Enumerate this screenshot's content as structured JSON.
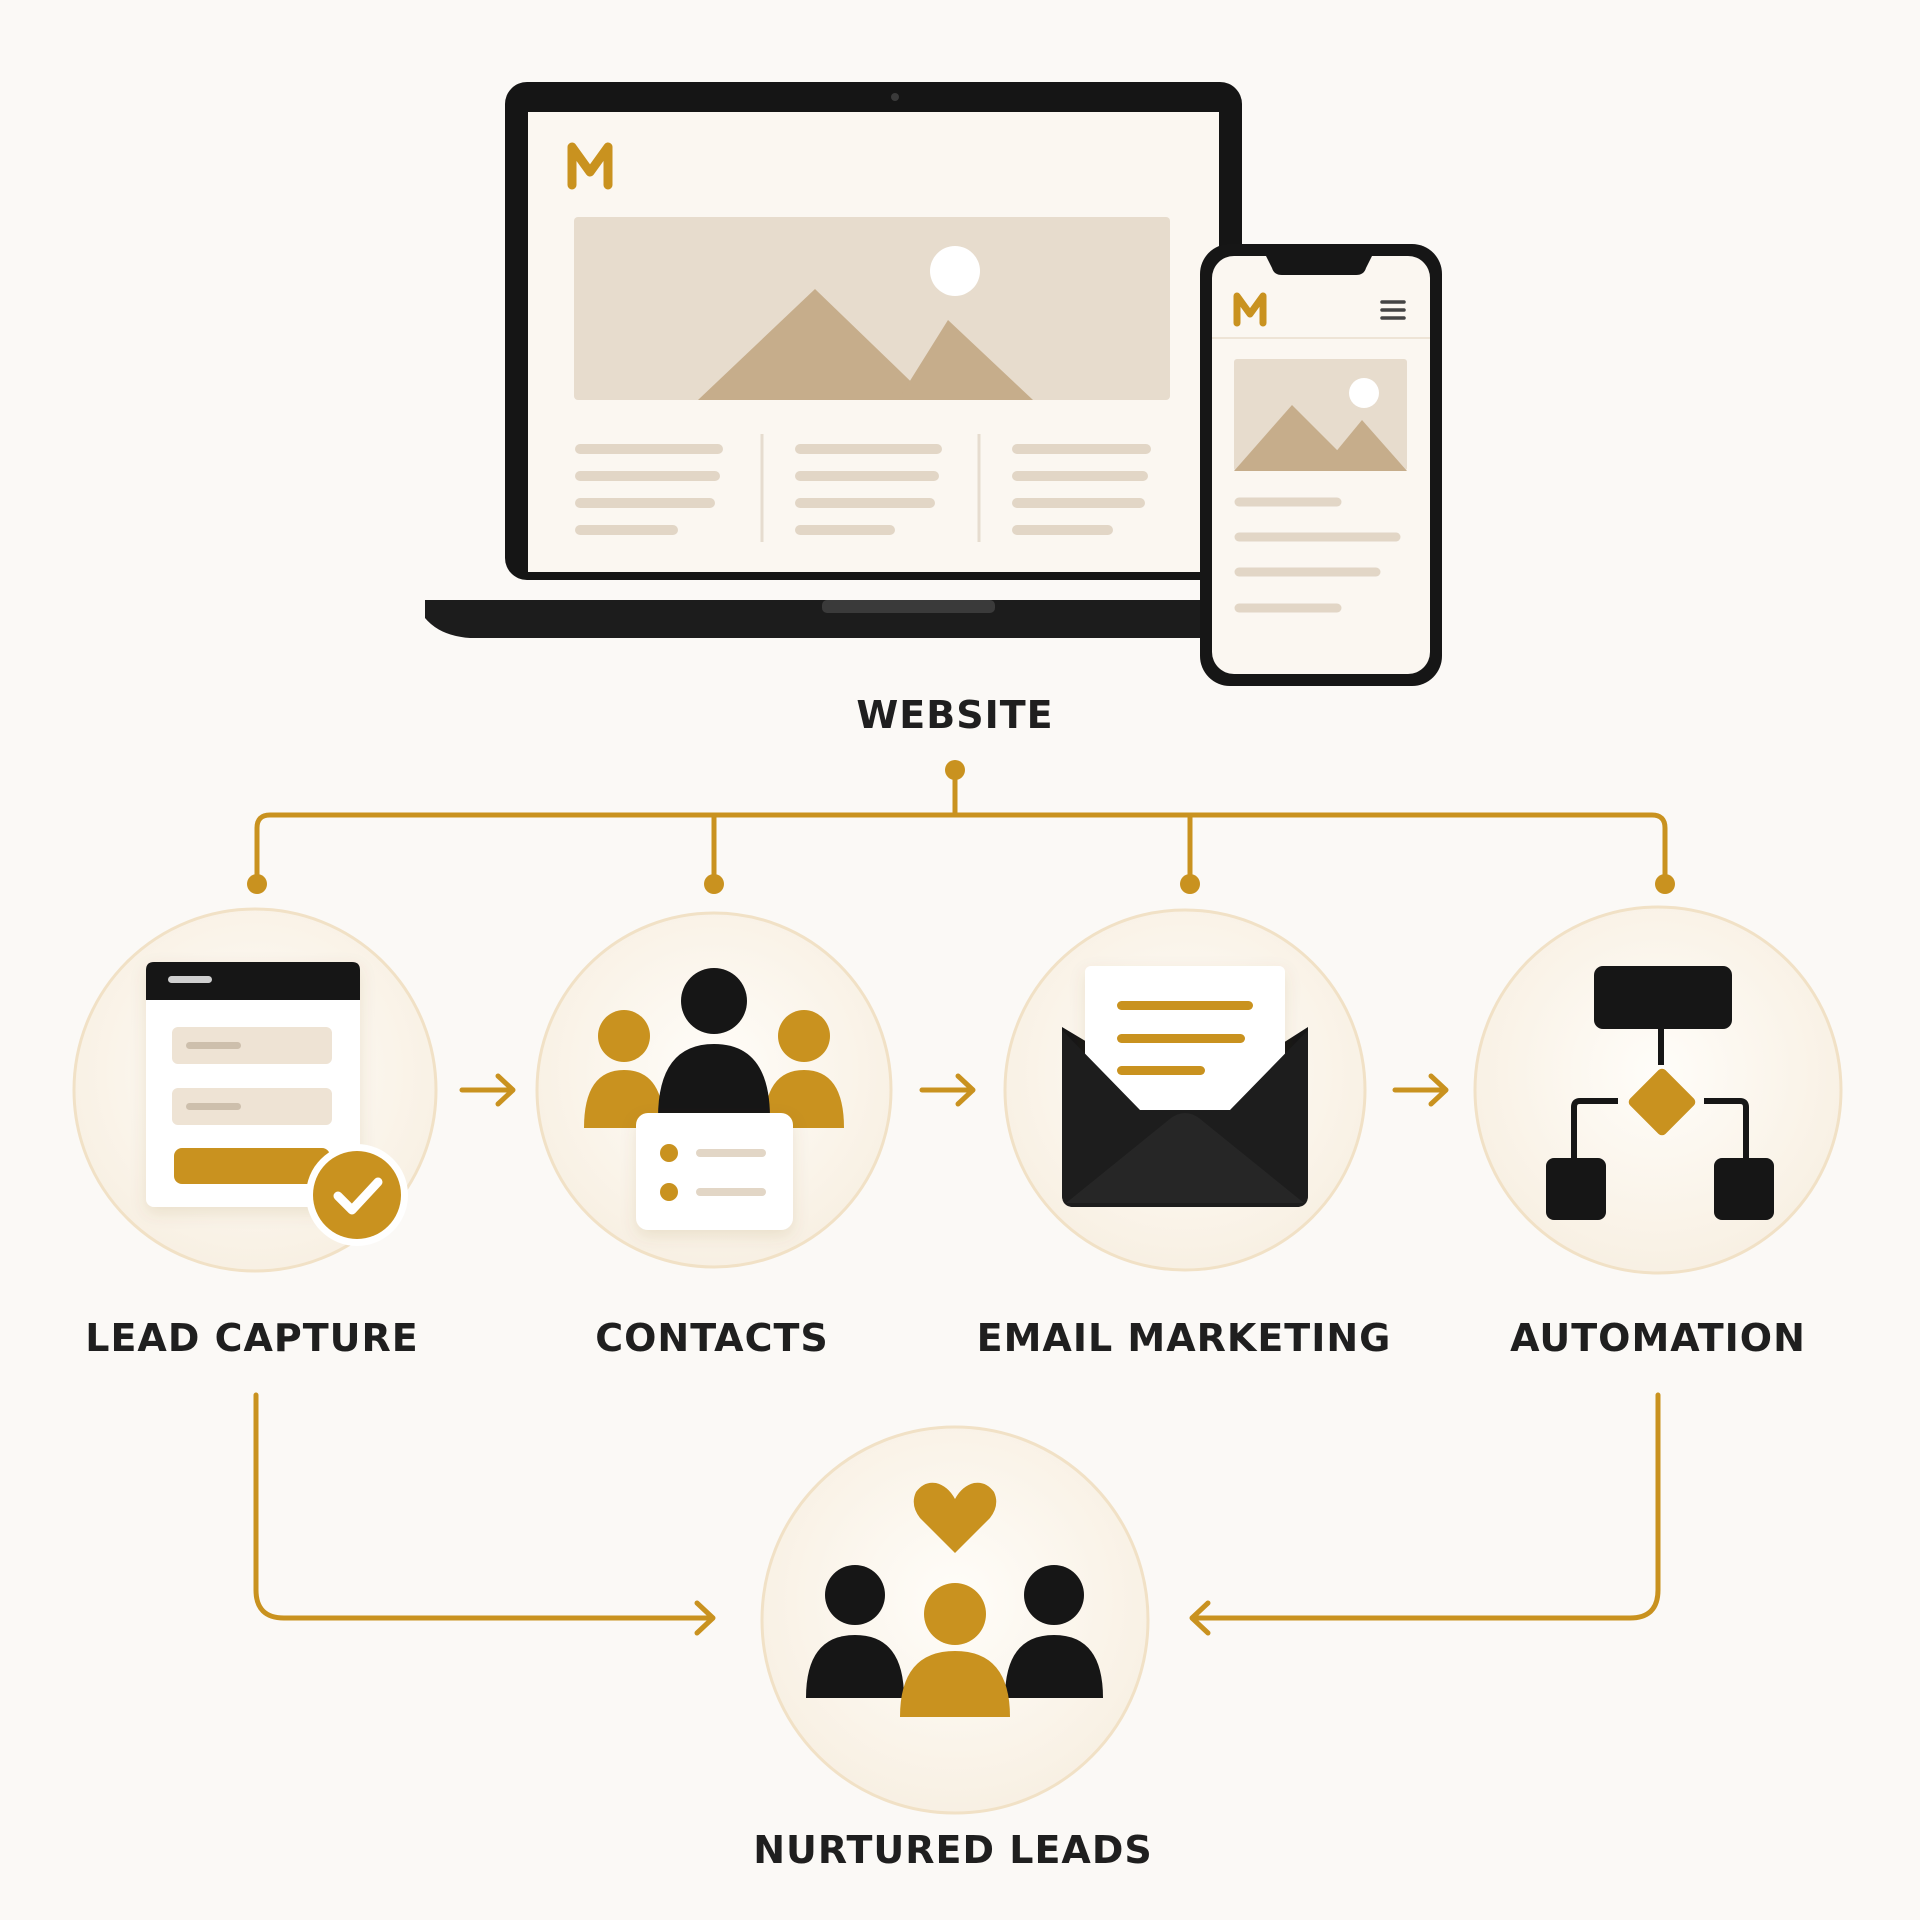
{
  "brand": {
    "logo_letter": "M",
    "accent_color": "#c9921f",
    "dark_color": "#1a1a1a",
    "background_color": "#fbf9f6"
  },
  "website": {
    "label": "WEBSITE",
    "devices": [
      "laptop-icon",
      "smartphone-icon"
    ]
  },
  "stages": [
    {
      "label": "LEAD CAPTURE",
      "icon": "form-check-icon"
    },
    {
      "label": "CONTACTS",
      "icon": "contacts-group-icon"
    },
    {
      "label": "EMAIL MARKETING",
      "icon": "envelope-letter-icon"
    },
    {
      "label": "AUTOMATION",
      "icon": "workflow-icon"
    }
  ],
  "result": {
    "label": "NURTURED LEADS",
    "icon": "nurtured-people-heart-icon"
  }
}
